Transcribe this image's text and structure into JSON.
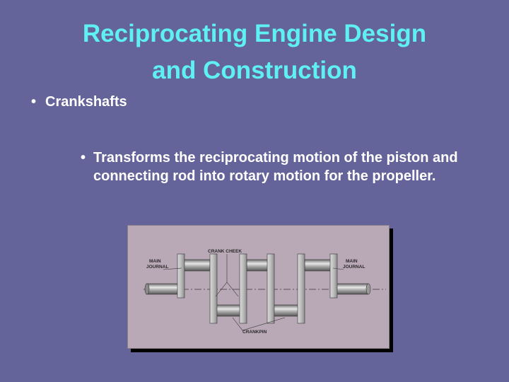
{
  "slide": {
    "title_line1": "Reciprocating Engine Design",
    "title_line2": "and Construction",
    "bullet_char": "•",
    "bullet1": "Crankshafts",
    "bullet2": "Transforms the reciprocating motion of the piston and connecting rod into rotary motion for the propeller."
  },
  "figure": {
    "label_crank_cheek": "CRANK CHEEK",
    "label_main_left_1": "MAIN",
    "label_main_left_2": "JOURNAL",
    "label_main_right_1": "MAIN",
    "label_main_right_2": "JOURNAL",
    "label_crankpin": "CRANKPIN"
  },
  "colors": {
    "background": "#65649a",
    "title": "#5ef0f2",
    "text": "#ffffff",
    "figure_bg": "#b9a8b6"
  }
}
